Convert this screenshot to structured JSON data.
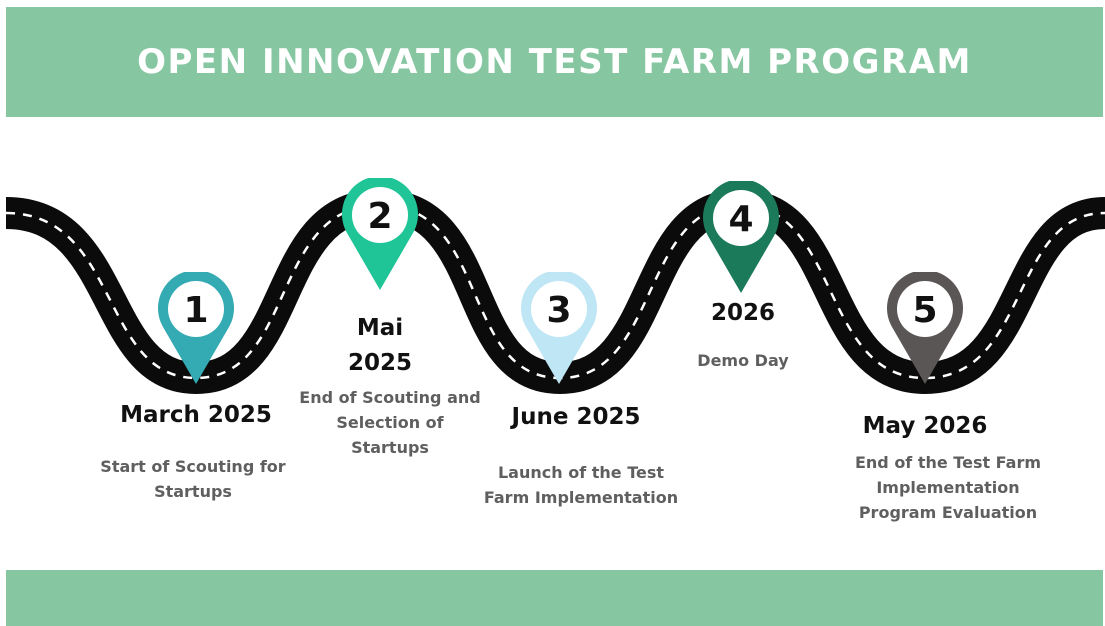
{
  "title": "OPEN INNOVATION TEST FARM PROGRAM",
  "colors": {
    "banner": "#86c6a1",
    "road": "#0b0b0b",
    "lane": "#ffffff",
    "date_text": "#111111",
    "desc_text": "#5f5f5f"
  },
  "milestones": [
    {
      "number": "1",
      "color": "#34aab3",
      "date": "March 2025",
      "description": "Start of Scouting for Startups"
    },
    {
      "number": "2",
      "color": "#1fc597",
      "date": "Mai 2025",
      "description": "End of Scouting and Selection of Startups"
    },
    {
      "number": "3",
      "color": "#bfe6f4",
      "date": "June 2025",
      "description": "Launch of the Test Farm Implementation"
    },
    {
      "number": "4",
      "color": "#1b7a5a",
      "date": "2026",
      "description": "Demo Day"
    },
    {
      "number": "5",
      "color": "#5b5656",
      "date": "May 2026",
      "description": "End of the Test Farm Implementation Program Evaluation"
    }
  ]
}
